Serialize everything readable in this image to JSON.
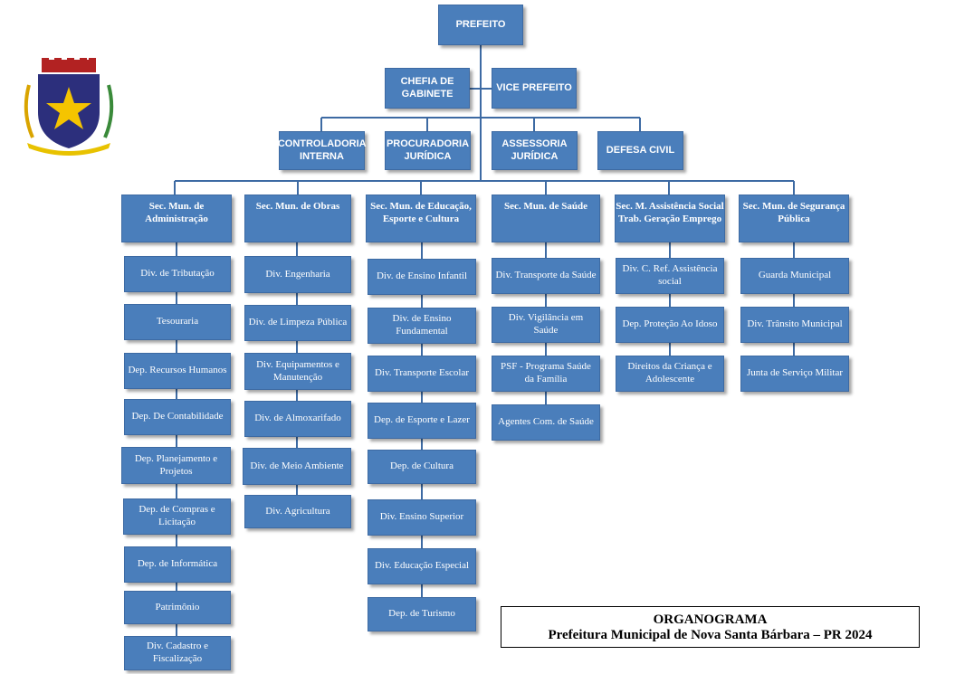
{
  "top": {
    "prefeito": "PREFEITO",
    "chefia": "CHEFIA DE GABINETE",
    "vice": "VICE PREFEITO"
  },
  "advisory": [
    "CONTROLADORIA INTERNA",
    "PROCURADORIA JURÍDICA",
    "ASSESSORIA JURÍDICA",
    "DEFESA CIVIL"
  ],
  "secretariats": [
    {
      "name": "Sec. Mun. de Administração",
      "units": [
        "Div. de Tributação",
        "Tesouraria",
        "Dep. Recursos Humanos",
        "Dep. De Contabilidade",
        "Dep. Planejamento e Projetos",
        "Dep. de Compras e Licitação",
        "Dep. de Informática",
        "Patrimônio",
        "Div. Cadastro e Fiscalização"
      ]
    },
    {
      "name": "Sec. Mun. de Obras",
      "units": [
        "Div.  Engenharia",
        "Div. de Limpeza Pública",
        "Div. Equipamentos e Manutenção",
        "Div. de Almoxarifado",
        "Div. de Meio Ambiente",
        "Div. Agricultura"
      ]
    },
    {
      "name": "Sec. Mun.  de Educação, Esporte e Cultura",
      "units": [
        "Div. de Ensino Infantil",
        "Div. de Ensino Fundamental",
        "Div. Transporte Escolar",
        "Dep. de Esporte e Lazer",
        "Dep. de Cultura",
        "Div. Ensino Superior",
        "Div. Educação Especial",
        "Dep. de Turismo"
      ]
    },
    {
      "name": "Sec. Mun. de Saúde",
      "units": [
        "Div. Transporte da Saúde",
        "Div. Vigilância em Saúde",
        "PSF - Programa Saúde da Família",
        "Agentes Com. de Saúde"
      ]
    },
    {
      "name": "Sec. M. Assistência Social Trab. Geração Emprego",
      "units": [
        "Div. C. Ref. Assistência social",
        "Dep. Proteção Ao Idoso",
        "Direitos da Criança e Adolescente"
      ]
    },
    {
      "name": "Sec. Mun. de Segurança Pública",
      "units": [
        "Guarda Municipal",
        "Div. Trânsito Municipal",
        "Junta de Serviço Militar"
      ]
    }
  ],
  "legend": {
    "title": "ORGANOGRAMA",
    "subtitle": "Prefeitura Municipal de Nova Santa Bárbara – PR 2024"
  },
  "colors": {
    "box": "#4a7ebb",
    "connector": "#3d6aa3",
    "crest_shield": "#2c2f7c",
    "crest_star": "#f5c400",
    "crest_crown": "#b22222"
  },
  "icons": {
    "crest": "municipal-coat-of-arms-icon"
  }
}
